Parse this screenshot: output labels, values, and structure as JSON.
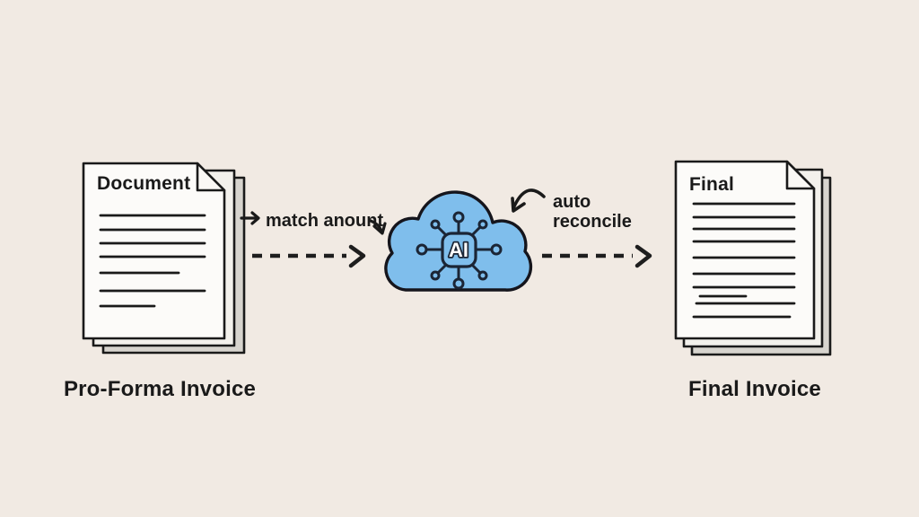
{
  "colors": {
    "background": "#f1eae3",
    "cloud_fill": "#7fbeec",
    "page_fill": "#fcfbf9"
  },
  "proforma_document": {
    "doc_title": "Document",
    "caption": "Pro-Forma Invoice"
  },
  "final_document": {
    "doc_title": "Final",
    "caption": "Final Invoice"
  },
  "cloud": {
    "chip_label": "AI"
  },
  "annotations": {
    "match_label": "match anount",
    "auto_label_line1": "auto",
    "auto_label_line2": "reconcile"
  }
}
